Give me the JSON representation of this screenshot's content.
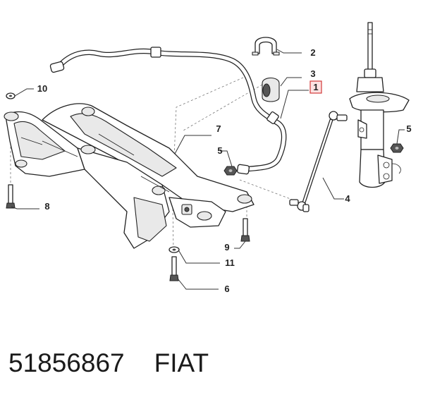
{
  "diagram": {
    "callouts": {
      "c1": "1",
      "c2": "2",
      "c3": "3",
      "c4": "4",
      "c5a": "5",
      "c5b": "5",
      "c6": "6",
      "c7": "7",
      "c8": "8",
      "c9": "9",
      "c10": "10",
      "c11": "11"
    },
    "highlight_color": "#d23a3a"
  },
  "caption": {
    "part_number": "51856867",
    "brand": "FIAT"
  }
}
